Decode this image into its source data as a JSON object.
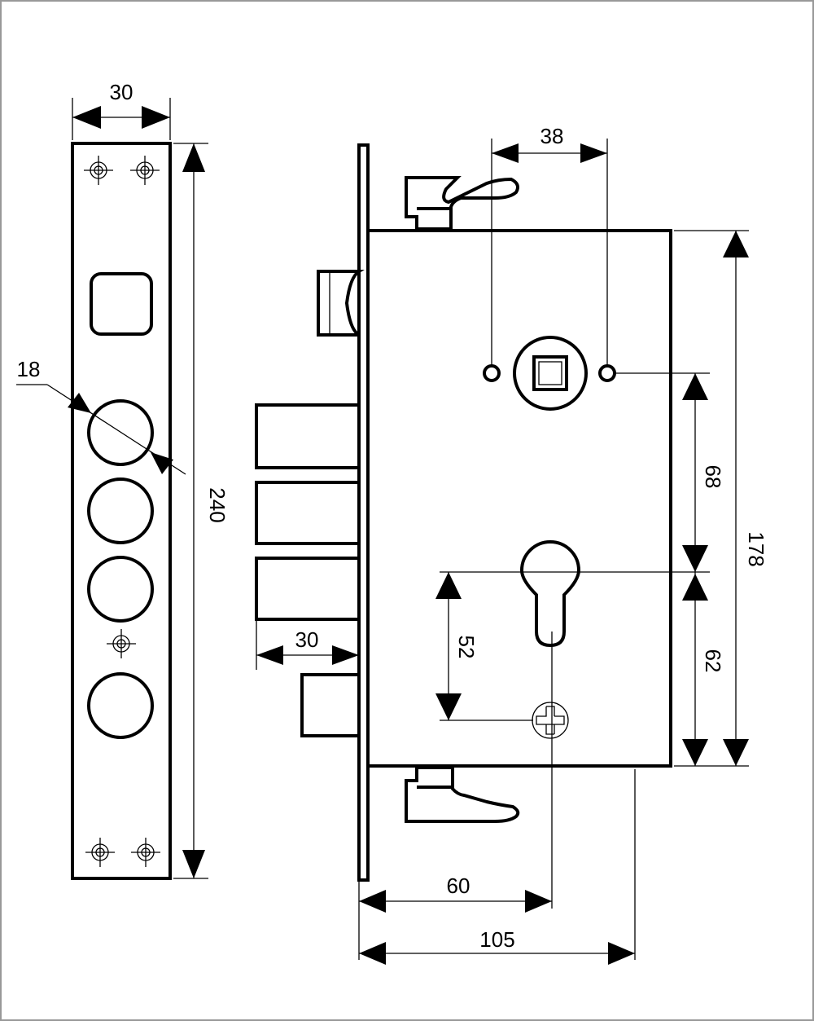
{
  "colors": {
    "line": "#000000",
    "background": "#ffffff",
    "frame": "#999999"
  },
  "labels": {
    "faceplate_width": "30",
    "faceplate_length": "240",
    "bolt_diameter": "18",
    "handle_hole_spacing": "38",
    "bolt_throw": "30",
    "spindle_to_cylinder": "68",
    "case_height": "178",
    "cylinder_to_bottom": "62",
    "cylinder_to_screw": "52",
    "backset": "60",
    "case_depth": "105"
  }
}
